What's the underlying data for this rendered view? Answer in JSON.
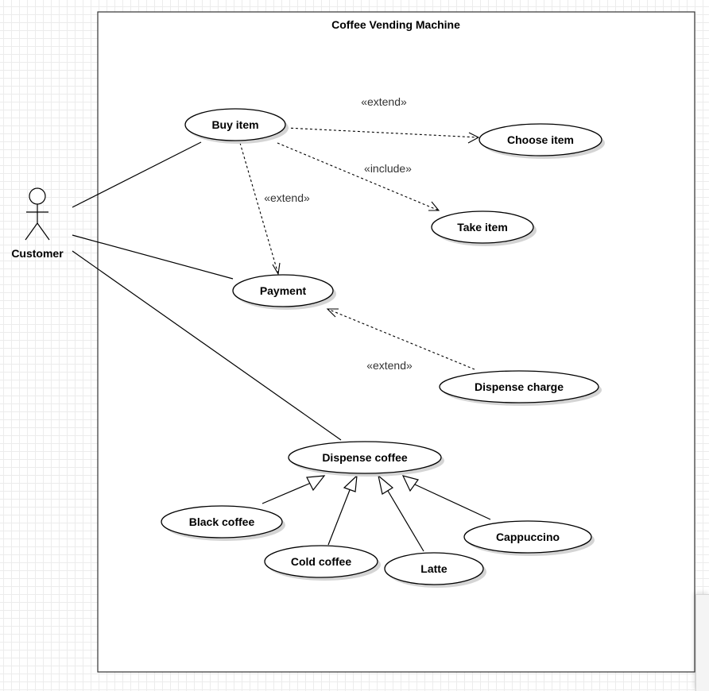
{
  "diagram": {
    "system_title": "Coffee Vending Machine",
    "actor": {
      "name": "Customer"
    },
    "use_cases": {
      "buy_item": "Buy item",
      "choose_item": "Choose item",
      "take_item": "Take item",
      "payment": "Payment",
      "dispense_charge": "Dispense charge",
      "dispense_coffee": "Dispense coffee",
      "black_coffee": "Black coffee",
      "cold_coffee": "Cold coffee",
      "latte": "Latte",
      "cappuccino": "Cappuccino"
    },
    "relationship_labels": {
      "buy_choose": "«extend»",
      "buy_take": "«include»",
      "buy_payment": "«extend»",
      "charge_payment": "«extend»"
    }
  }
}
